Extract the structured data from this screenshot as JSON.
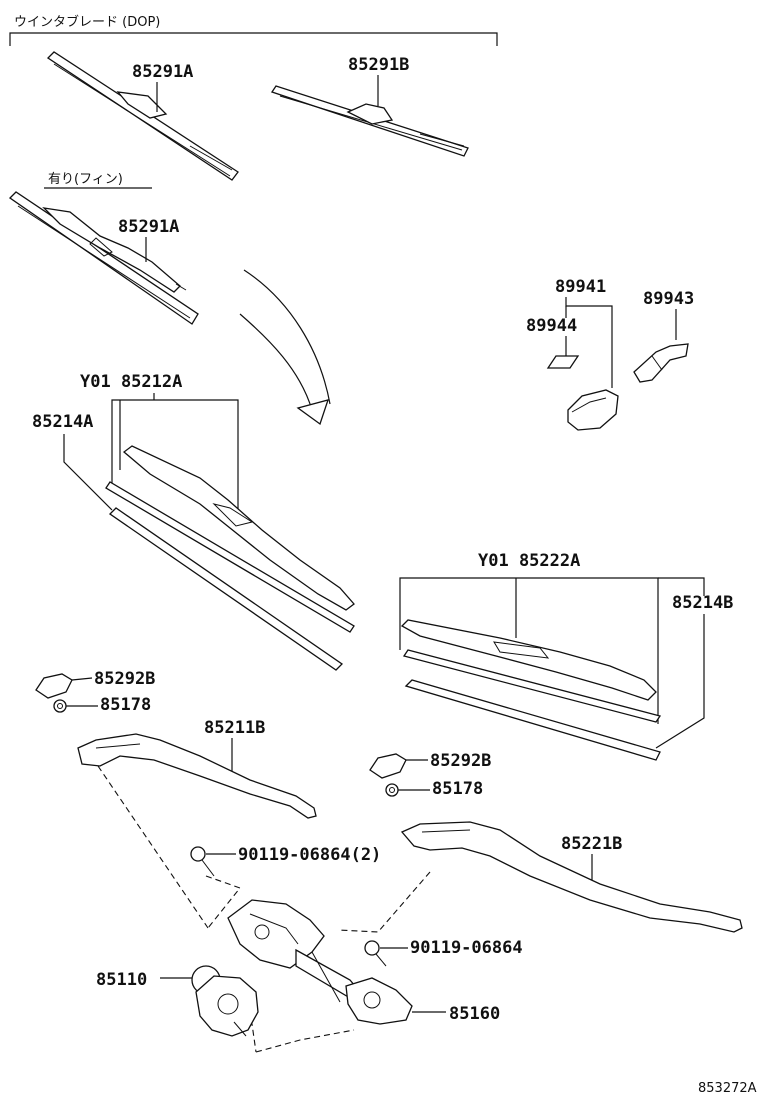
{
  "header": {
    "group_label": "ウインタブレード (DOP)",
    "fin_label": "有り(フィン)"
  },
  "parts": {
    "p85291A_top": "85291A",
    "p85291B": "85291B",
    "p85291A_fin": "85291A",
    "p89941": "89941",
    "p89944": "89944",
    "p89943": "89943",
    "pY01_85212A": "Y01 85212A",
    "p85214A": "85214A",
    "pY01_85222A": "Y01 85222A",
    "p85214B": "85214B",
    "p85292B_left": "85292B",
    "p85178_left": "85178",
    "p85211B": "85211B",
    "p85292B_right": "85292B",
    "p85178_right": "85178",
    "p90119_06864_2": "90119-06864(2)",
    "p85221B": "85221B",
    "p90119_06864": "90119-06864",
    "p85110": "85110",
    "p85160": "85160"
  },
  "figure_id": "853272A"
}
